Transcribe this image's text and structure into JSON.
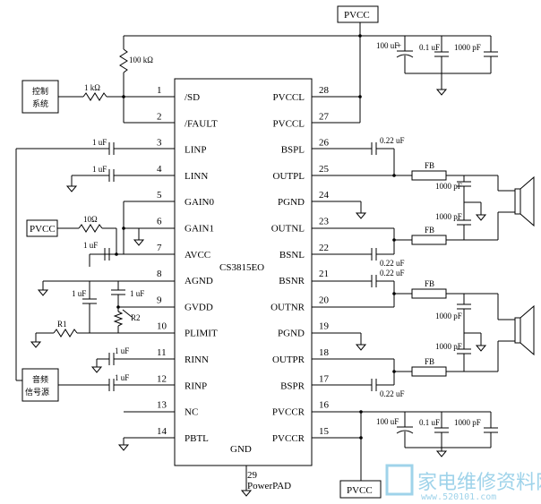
{
  "chip": {
    "name": "CS3815EO",
    "gnd": "GND",
    "pad_num": "29",
    "pad_label": "PowerPAD",
    "left_pins": [
      {
        "num": "1",
        "label": "/SD"
      },
      {
        "num": "2",
        "label": "/FAULT"
      },
      {
        "num": "3",
        "label": "LINP"
      },
      {
        "num": "4",
        "label": "LINN"
      },
      {
        "num": "5",
        "label": "GAIN0"
      },
      {
        "num": "6",
        "label": "GAIN1"
      },
      {
        "num": "7",
        "label": "AVCC"
      },
      {
        "num": "8",
        "label": "AGND"
      },
      {
        "num": "9",
        "label": "GVDD"
      },
      {
        "num": "10",
        "label": "PLIMIT"
      },
      {
        "num": "11",
        "label": "RINN"
      },
      {
        "num": "12",
        "label": "RINP"
      },
      {
        "num": "13",
        "label": "NC"
      },
      {
        "num": "14",
        "label": "PBTL"
      }
    ],
    "right_pins": [
      {
        "num": "28",
        "label": "PVCCL"
      },
      {
        "num": "27",
        "label": "PVCCL"
      },
      {
        "num": "26",
        "label": "BSPL"
      },
      {
        "num": "25",
        "label": "OUTPL"
      },
      {
        "num": "24",
        "label": "PGND"
      },
      {
        "num": "23",
        "label": "OUTNL"
      },
      {
        "num": "22",
        "label": "BSNL"
      },
      {
        "num": "21",
        "label": "BSNR"
      },
      {
        "num": "20",
        "label": "OUTNR"
      },
      {
        "num": "19",
        "label": "PGND"
      },
      {
        "num": "18",
        "label": "OUTPR"
      },
      {
        "num": "17",
        "label": "BSPR"
      },
      {
        "num": "16",
        "label": "PVCCR"
      },
      {
        "num": "15",
        "label": "PVCCR"
      }
    ]
  },
  "blocks": {
    "control_line1": "控制",
    "control_line2": "系统",
    "audio_line1": "音频",
    "audio_line2": "信号源",
    "pvcc_top": "PVCC",
    "pvcc_left": "PVCC",
    "pvcc_bottom": "PVCC"
  },
  "components": {
    "r_pullup": "100 kΩ",
    "r_sd": "1 kΩ",
    "r_avcc": "10Ω",
    "r1": "R1",
    "r2": "R2",
    "c_linp": "1 uF",
    "c_linn": "1 uF",
    "c_avcc": "1 uF",
    "c_agnd": "1 uF",
    "c_gvdd": "1 uF",
    "c_rinn": "1 uF",
    "c_rinp": "1 uF",
    "c_top_100": "100 uF",
    "c_top_01": "0.1 uF",
    "c_top_1000": "1000 pF",
    "c_bot_100": "100 uF",
    "c_bot_01": "0.1 uF",
    "c_bot_1000": "1000 pF",
    "c_bspl": "0.22 uF",
    "c_bsnl": "0.22 uF",
    "c_bsnr": "0.22 uF",
    "c_bspr": "0.22 uF",
    "fb1": "FB",
    "fb2": "FB",
    "fb3": "FB",
    "fb4": "FB",
    "c_fb1": "1000 pF",
    "c_fb2": "1000 pF",
    "c_fb3": "1000 pF",
    "c_fb4": "1000 pF"
  },
  "watermark": {
    "text": "家电维修资料网",
    "url": "www.520101.com"
  }
}
